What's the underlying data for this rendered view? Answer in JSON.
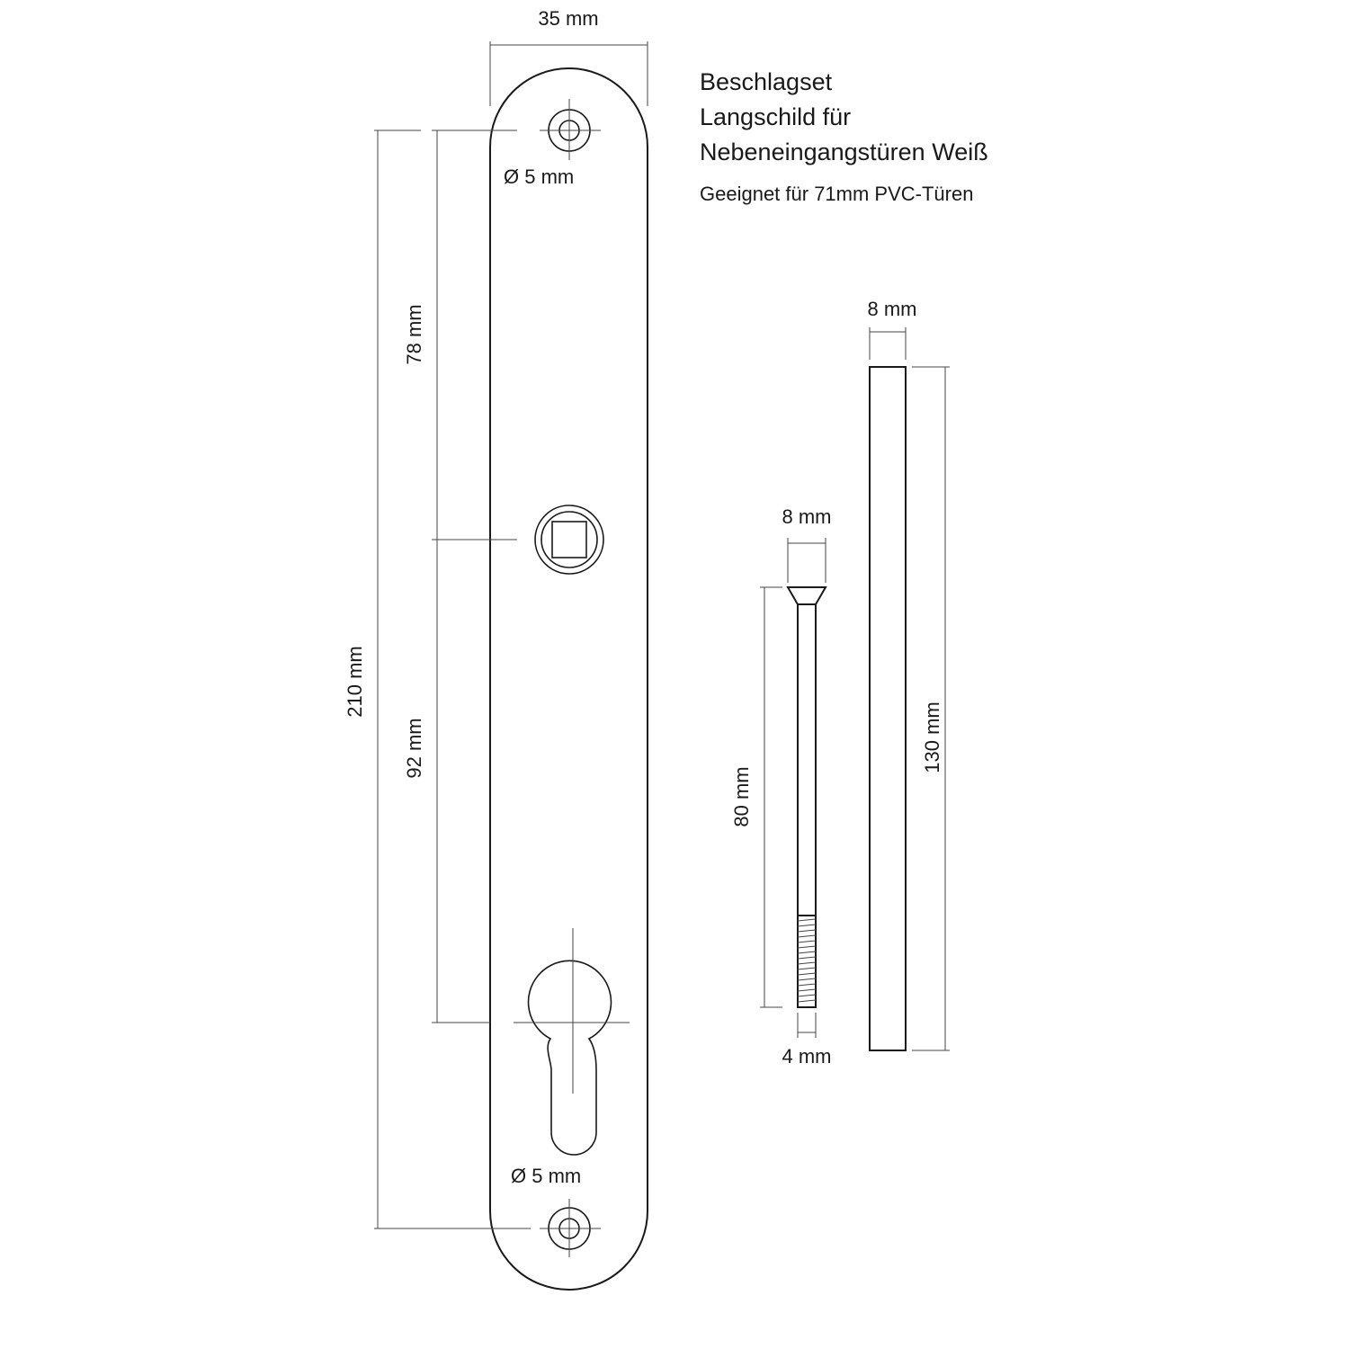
{
  "title": {
    "line1": "Beschlagset",
    "line2": "Langschild für",
    "line3": "Nebeneingangstüren Weiß",
    "subtitle": "Geeignet für 71mm PVC-Türen"
  },
  "dimensions": {
    "plate_width": "35 mm",
    "plate_height": "210 mm",
    "upper_span": "78 mm",
    "lower_span": "92 mm",
    "hole_top": "Ø 5 mm",
    "hole_bottom": "Ø 5 mm",
    "screw_head": "8 mm",
    "screw_length": "80 mm",
    "screw_thread": "4 mm",
    "spindle_width": "8 mm",
    "spindle_length": "130 mm"
  }
}
